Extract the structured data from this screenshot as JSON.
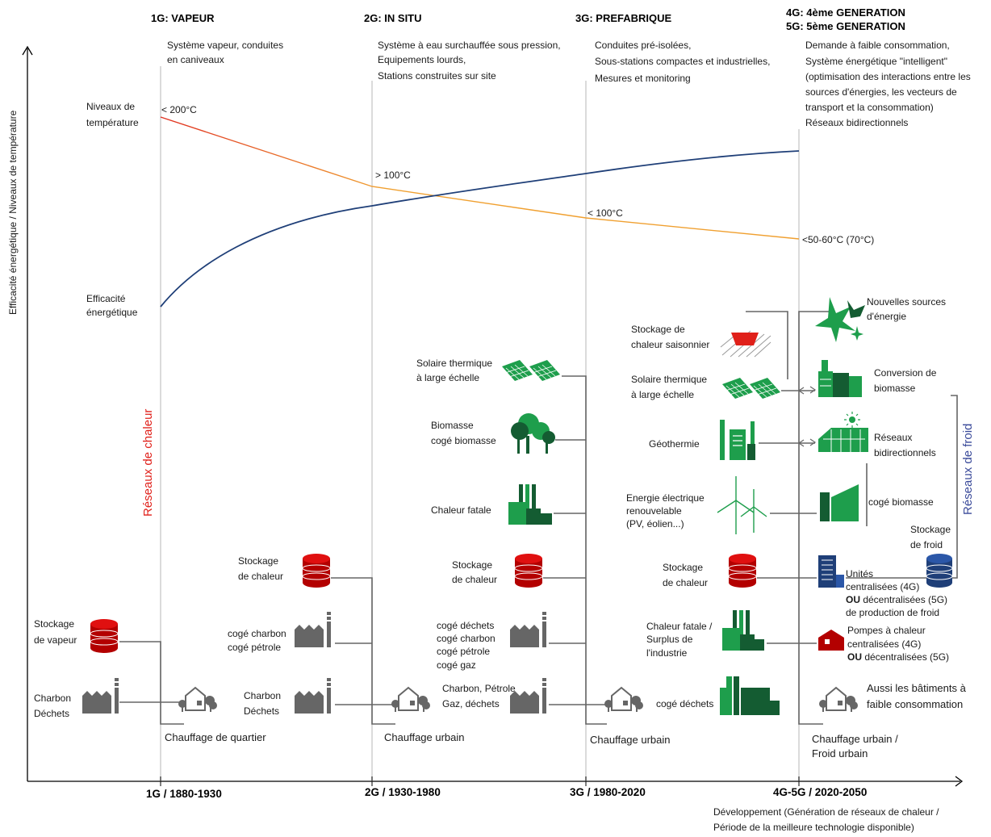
{
  "axes": {
    "y_label": "Efficacité énergétique / Niveaux de température",
    "x_label_line1": "Développement (Génération de réseaux de chaleur /",
    "x_label_line2": "Période de la meilleure technologie disponible)",
    "ticks": [
      "1G / 1880-1930",
      "2G / 1930-1980",
      "3G / 1980-2020",
      "4G-5G / 2020-2050"
    ]
  },
  "generations": {
    "g1": {
      "title": "1G: VAPEUR",
      "desc": [
        "Système vapeur, conduites",
        "en caniveaux"
      ]
    },
    "g2": {
      "title": "2G: IN SITU",
      "desc": [
        "Système à eau surchauffée sous pression,",
        "Equipements lourds,",
        "Stations construites sur site"
      ]
    },
    "g3": {
      "title": "3G: PREFABRIQUE",
      "desc": [
        "Conduites pré-isolées,",
        "Sous-stations compactes et industrielles,",
        "Mesures et monitoring"
      ]
    },
    "g4": {
      "title1": "4G: 4ème GENERATION",
      "title2": "5G: 5ème GENERATION",
      "desc": [
        "Demande à faible consommation,",
        "Système énergétique \"intelligent\"",
        "(optimisation des interactions entre les",
        "sources d'énergies, les vecteurs de",
        "transport et la consommation)",
        "Réseaux bidirectionnels"
      ]
    }
  },
  "curves": {
    "temp_label": [
      "Niveaux de",
      "température"
    ],
    "eff_label": [
      "Efficacité",
      "énergétique"
    ],
    "temp_points": [
      "< 200°C",
      "> 100°C",
      "< 100°C",
      "<50-60°C (70°C)"
    ],
    "temp_color": "#f0a030",
    "temp_start_color": "#e03020",
    "eff_color": "#1f3f78"
  },
  "networks": {
    "heat": "Réseaux de chaleur",
    "cold": "Réseaux de froid",
    "heat_color": "#e0201a",
    "cold_color": "#3a4a9a"
  },
  "g1": {
    "storage": [
      "Stockage",
      "de vapeur"
    ],
    "source": [
      "Charbon",
      "Déchets"
    ],
    "output": "Chauffage de quartier"
  },
  "g2": {
    "storage": [
      "Stockage",
      "de chaleur"
    ],
    "coge": [
      "cogé charbon",
      "cogé pétrole"
    ],
    "source": [
      "Charbon",
      "Déchets"
    ],
    "output": "Chauffage urbain"
  },
  "g3": {
    "solar": [
      "Solaire thermique",
      "à large échelle"
    ],
    "biomass": [
      "Biomasse",
      "cogé biomasse"
    ],
    "waste_heat": "Chaleur fatale",
    "storage": [
      "Stockage",
      "de chaleur"
    ],
    "coge": [
      "cogé déchets",
      "cogé charbon",
      "cogé pétrole",
      "cogé gaz"
    ],
    "source": [
      "Charbon, Pétrole",
      "Gaz, déchets"
    ],
    "output": "Chauffage urbain"
  },
  "g4": {
    "seasonal": [
      "Stockage de",
      "chaleur saisonnier"
    ],
    "solar": [
      "Solaire thermique",
      "à large échelle"
    ],
    "geo": "Géothermie",
    "renew": [
      "Energie électrique",
      "renouvelable",
      "(PV, éolien...)"
    ],
    "storage": [
      "Stockage",
      "de chaleur"
    ],
    "waste": [
      "Chaleur fatale /",
      "Surplus de",
      "l'industrie"
    ],
    "coge": "cogé déchets"
  },
  "g5": {
    "new_sources": [
      "Nouvelles sources",
      "d'énergie"
    ],
    "biomass_conv": [
      "Conversion de",
      "biomasse"
    ],
    "bidir": [
      "Réseaux",
      "bidirectionnels"
    ],
    "coge_bio": "cogé biomasse",
    "cold_storage": [
      "Stockage",
      "de froid"
    ],
    "units": [
      "Unités",
      "centralisées (4G)",
      "OU",
      " décentralisées (5G)",
      "de production de froid"
    ],
    "pumps": [
      "Pompes à chaleur",
      "centralisées (4G)",
      "OU",
      " décentralisées (5G)"
    ],
    "buildings": [
      "Aussi les bâtiments à",
      "faible consommation"
    ],
    "output": [
      "Chauffage urbain /",
      "Froid urbain"
    ]
  }
}
